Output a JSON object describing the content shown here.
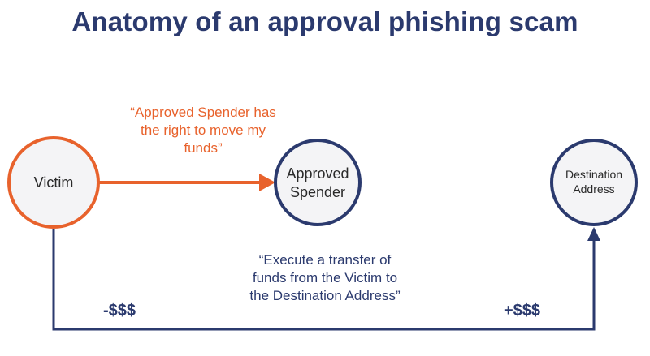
{
  "title": "Anatomy of an approval phishing scam",
  "nodes": [
    {
      "id": "victim",
      "label": "Victim",
      "stroke_color": "#e8622c"
    },
    {
      "id": "approved_spender",
      "label_lines": [
        "Approved",
        "Spender"
      ],
      "stroke_color": "#2b3a6e"
    },
    {
      "id": "destination_address",
      "label_lines": [
        "Destination",
        "Address"
      ],
      "stroke_color": "#2b3a6e"
    }
  ],
  "edges": [
    {
      "from": "victim",
      "to": "approved_spender",
      "color": "#e8622c",
      "label_lines": [
        "“Approved Spender has",
        "the right to move my",
        "funds”"
      ]
    },
    {
      "from": "victim",
      "to": "destination_address",
      "color": "#2b3a6e",
      "label_lines": [
        "“Execute a transfer of",
        "funds from the Victim to",
        "the Destination Address”"
      ],
      "source_amount": "-$$$",
      "target_amount": "+$$$"
    }
  ],
  "colors": {
    "orange": "#e8622c",
    "navy": "#2b3a6e",
    "node_fill": "#f4f4f6"
  }
}
